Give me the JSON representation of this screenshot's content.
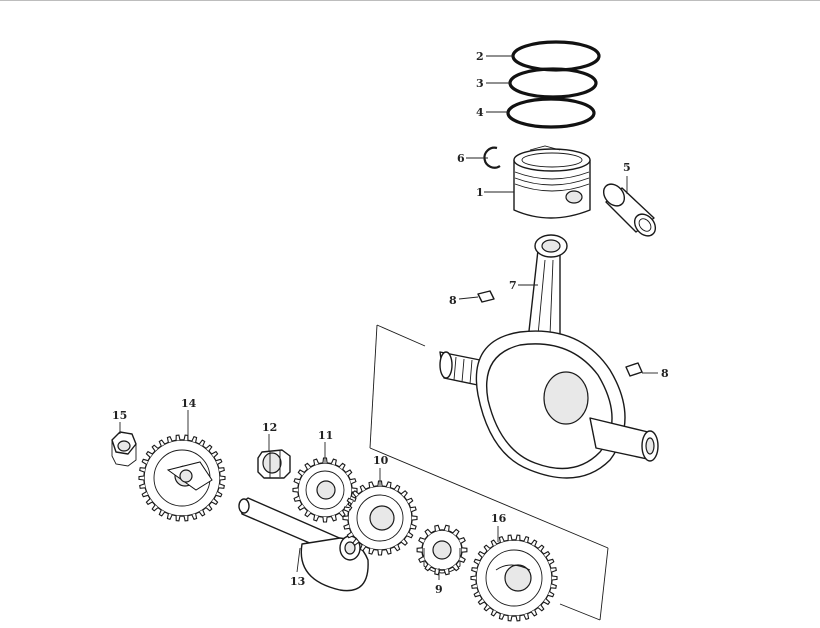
{
  "callouts": {
    "c1": "1",
    "c2": "2",
    "c3": "3",
    "c4": "4",
    "c5": "5",
    "c6": "6",
    "c7": "7",
    "c8a": "8",
    "c8b": "8",
    "c9": "9",
    "c10": "10",
    "c11": "11",
    "c12": "12",
    "c13": "13",
    "c14": "14",
    "c15": "15",
    "c16": "16"
  },
  "icons": [
    "piston-ring",
    "piston",
    "piston-pin",
    "circlip",
    "connecting-rod",
    "key",
    "crankshaft",
    "gear",
    "nut",
    "balancer-shaft"
  ]
}
